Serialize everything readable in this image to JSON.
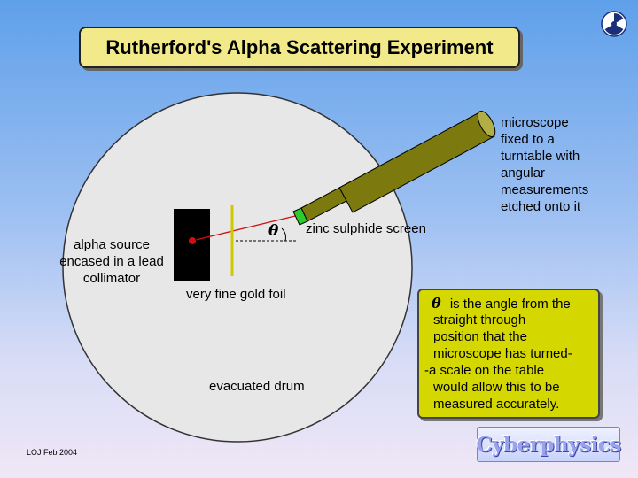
{
  "title": "Rutherford's Alpha Scattering Experiment",
  "labels": {
    "microscope": [
      "microscope",
      "fixed to a",
      "turntable with",
      "angular",
      "measurements",
      "etched onto it"
    ],
    "alpha_source": [
      "alpha source",
      "encased in a lead",
      "collimator"
    ],
    "zinc_screen": "zinc sulphide screen",
    "gold_foil": "very fine gold foil",
    "drum": "evacuated drum",
    "theta": "θ"
  },
  "info_box": {
    "theta": "θ",
    "line1_rest": "is the angle from the",
    "lines": [
      "straight through",
      "position that the",
      "microscope has turned-",
      "-a scale on the table",
      "would allow this to be",
      "measured accurately."
    ]
  },
  "credit": "LOJ Feb 2004",
  "logo": "Cyberphysics",
  "icons": {
    "radiation": "radiation-trefoil-icon"
  },
  "colors": {
    "drum": "#e7e7e7",
    "microscope": "#7c7a0f",
    "foil": "#d2c800",
    "screen": "#2ecb2e",
    "beam": "#d01010",
    "info_box": "#d4d800",
    "title_box": "#f2ea8a"
  }
}
